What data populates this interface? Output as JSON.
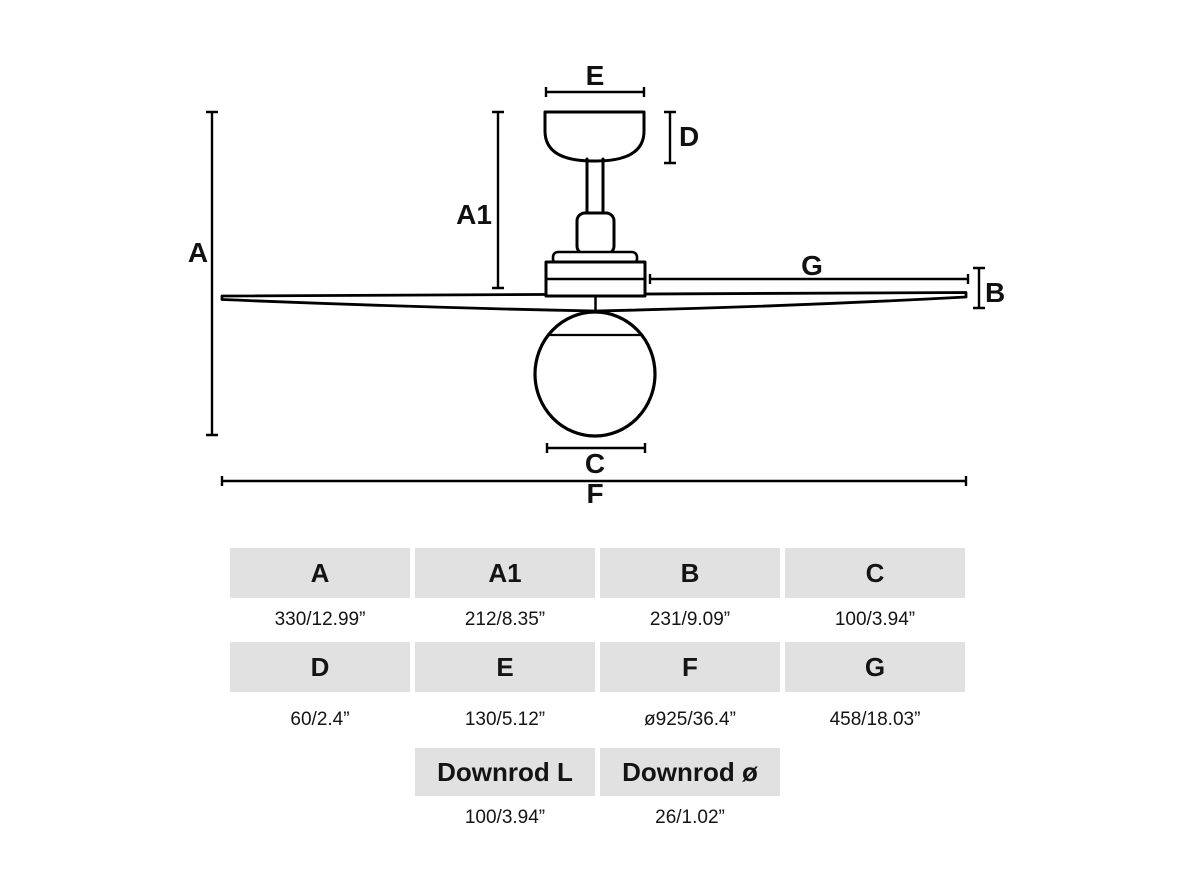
{
  "diagram": {
    "labels": {
      "a": "A",
      "a1": "A1",
      "e": "E",
      "d": "D",
      "g": "G",
      "b": "B",
      "c": "C",
      "f": "F"
    }
  },
  "spec_table": {
    "row1": {
      "headers": [
        "A",
        "A1",
        "B",
        "C"
      ],
      "values": [
        "330/12.99”",
        "212/8.35”",
        "231/9.09”",
        "100/3.94”"
      ]
    },
    "row2": {
      "headers": [
        "D",
        "E",
        "F",
        "G"
      ],
      "values": [
        "60/2.4”",
        "130/5.12”",
        "ø925/36.4”",
        "458/18.03”"
      ]
    },
    "row3": {
      "headers": [
        "Downrod L",
        "Downrod ø"
      ],
      "values": [
        "100/3.94”",
        "26/1.02”"
      ]
    }
  },
  "colors": {
    "background": "#ffffff",
    "table_header_bg": "#e1e1e1",
    "line": "#000000",
    "text": "#111111"
  }
}
